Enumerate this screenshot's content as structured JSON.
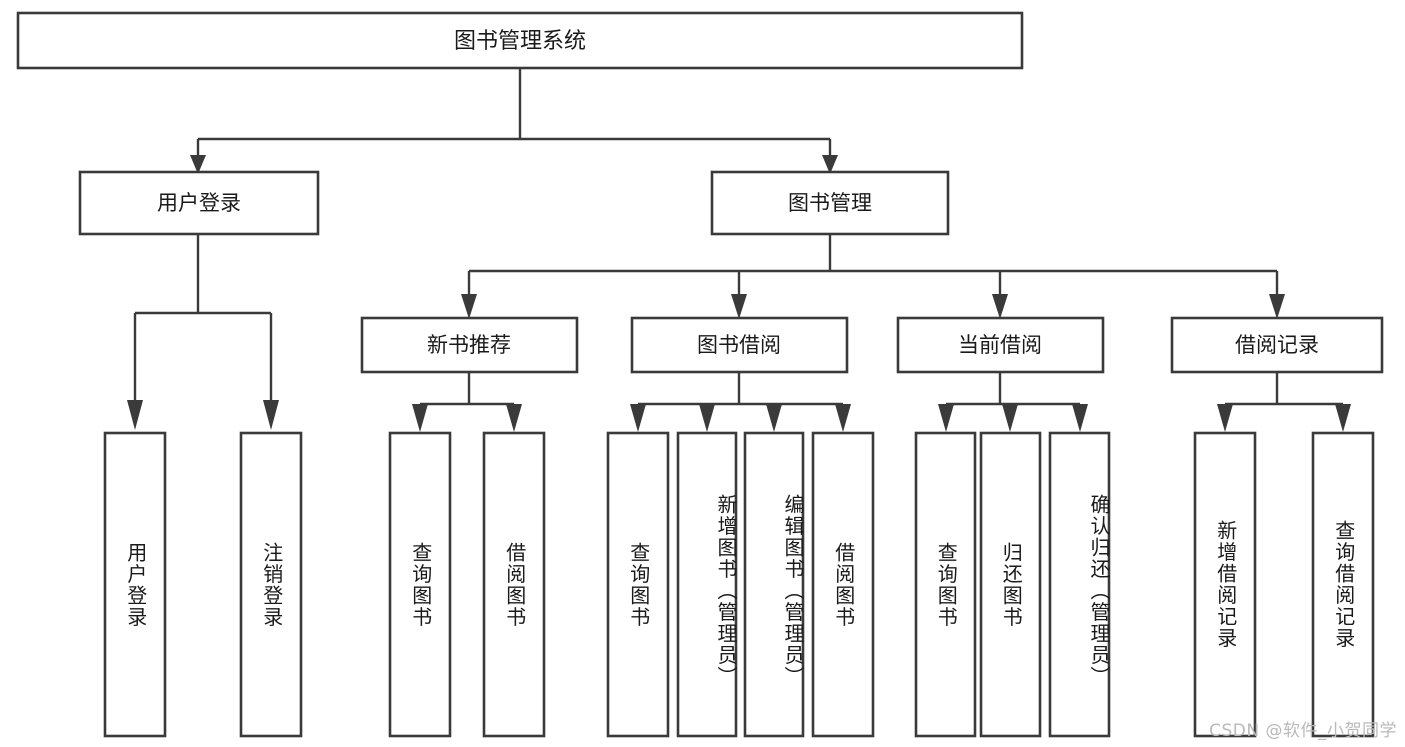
{
  "diagram": {
    "title": "图书管理系统",
    "type": "hierarchy-tree",
    "watermark": "CSDN @软件_小贺同学",
    "colors": {
      "stroke": "#3a3a3a",
      "fill": "#ffffff",
      "text": "#1a1a1a",
      "watermark": "#b9b9b9",
      "background": "#ffffff"
    },
    "levels": {
      "root": {
        "label": "图书管理系统"
      },
      "level1": [
        {
          "id": "user-login",
          "label": "用户登录"
        },
        {
          "id": "book-manage",
          "label": "图书管理"
        }
      ],
      "level2": [
        {
          "id": "new-book-recommend",
          "label": "新书推荐",
          "parent": "book-manage"
        },
        {
          "id": "book-borrow",
          "label": "图书借阅",
          "parent": "book-manage"
        },
        {
          "id": "current-borrow",
          "label": "当前借阅",
          "parent": "book-manage"
        },
        {
          "id": "borrow-record",
          "label": "借阅记录",
          "parent": "book-manage"
        }
      ],
      "leaves": [
        {
          "id": "leaf-user-login",
          "label": "用户登录",
          "parent": "user-login"
        },
        {
          "id": "leaf-logout",
          "label": "注销登录",
          "parent": "user-login"
        },
        {
          "id": "leaf-query-book-1",
          "label": "查询图书",
          "parent": "new-book-recommend"
        },
        {
          "id": "leaf-borrow-book-1",
          "label": "借阅图书",
          "parent": "new-book-recommend"
        },
        {
          "id": "leaf-query-book-2",
          "label": "查询图书",
          "parent": "book-borrow"
        },
        {
          "id": "leaf-add-book",
          "label": "新增图书（管理员）",
          "parent": "book-borrow"
        },
        {
          "id": "leaf-edit-book",
          "label": "编辑图书（管理员）",
          "parent": "book-borrow"
        },
        {
          "id": "leaf-borrow-book-2",
          "label": "借阅图书",
          "parent": "book-borrow"
        },
        {
          "id": "leaf-query-book-3",
          "label": "查询图书",
          "parent": "current-borrow"
        },
        {
          "id": "leaf-return-book",
          "label": "归还图书",
          "parent": "current-borrow"
        },
        {
          "id": "leaf-confirm-return",
          "label": "确认归还（管理员）",
          "parent": "current-borrow"
        },
        {
          "id": "leaf-add-record",
          "label": "新增借阅记录",
          "parent": "borrow-record"
        },
        {
          "id": "leaf-query-record",
          "label": "查询借阅记录",
          "parent": "borrow-record"
        }
      ]
    }
  }
}
